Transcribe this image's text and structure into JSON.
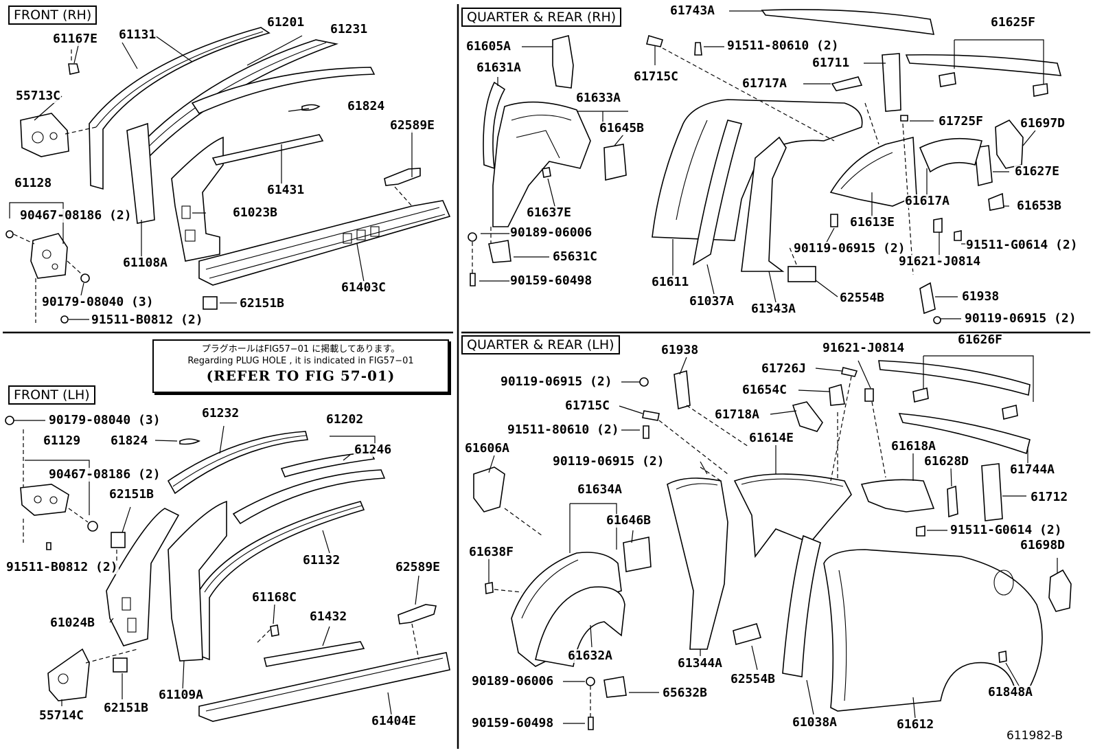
{
  "panels": {
    "front_rh": "FRONT (RH)",
    "front_lh": "FRONT (LH)",
    "quarter_rear_rh": "QUARTER  &  REAR (RH)",
    "quarter_rear_lh": "QUARTER  &  REAR (LH)"
  },
  "notice": {
    "japanese": "プラグホールはFIG57−01 に掲載してあります。",
    "english": "Regarding  PLUG HOLE , it is indicated  in  FIG57−01",
    "reference": "(REFER  TO  FIG  57-01)"
  },
  "figure_id": "611982-B",
  "callouts": {
    "front_rh": [
      "61167E",
      "61131",
      "61201",
      "61231",
      "55713C",
      "61824",
      "62589E",
      "61431",
      "61128",
      "90467-08186 (2)",
      "61023B",
      "61108A",
      "90179-08040 (3)",
      "61403C",
      "62151B",
      "91511-B0812 (2)"
    ],
    "front_lh": [
      "90179-08040 (3)",
      "61232",
      "61202",
      "61129",
      "61824",
      "61246",
      "90467-08186 (2)",
      "62151B",
      "61132",
      "91511-B0812 (2)",
      "62589E",
      "61168C",
      "61024B",
      "61432",
      "55714C",
      "62151B",
      "61109A",
      "61404E"
    ],
    "quarter_rh": [
      "61743A",
      "91511-80610 (2)",
      "61625F",
      "61605A",
      "61631A",
      "61715C",
      "61711",
      "61717A",
      "61633A",
      "61645B",
      "61725F",
      "61697D",
      "61627E",
      "61617A",
      "61653B",
      "61637E",
      "90189-06006",
      "61613E",
      "91511-G0614 (2)",
      "90119-06915 (2)",
      "91621-J0814",
      "65631C",
      "90159-60498",
      "61611",
      "62554B",
      "61938",
      "61037A",
      "61343A",
      "90119-06915 (2)"
    ],
    "quarter_lh": [
      "61938",
      "91621-J0814",
      "61626F",
      "90119-06915 (2)",
      "61726J",
      "61654C",
      "61715C",
      "61718A",
      "91511-80610 (2)",
      "61614E",
      "61606A",
      "61618A",
      "61628D",
      "61744A",
      "90119-06915 (2)",
      "61634A",
      "61712",
      "61646B",
      "91511-G0614 (2)",
      "61638F",
      "61698D",
      "61632A",
      "61344A",
      "62554B",
      "90189-06006",
      "65632B",
      "61848A",
      "90159-60498",
      "61038A",
      "61612"
    ]
  }
}
